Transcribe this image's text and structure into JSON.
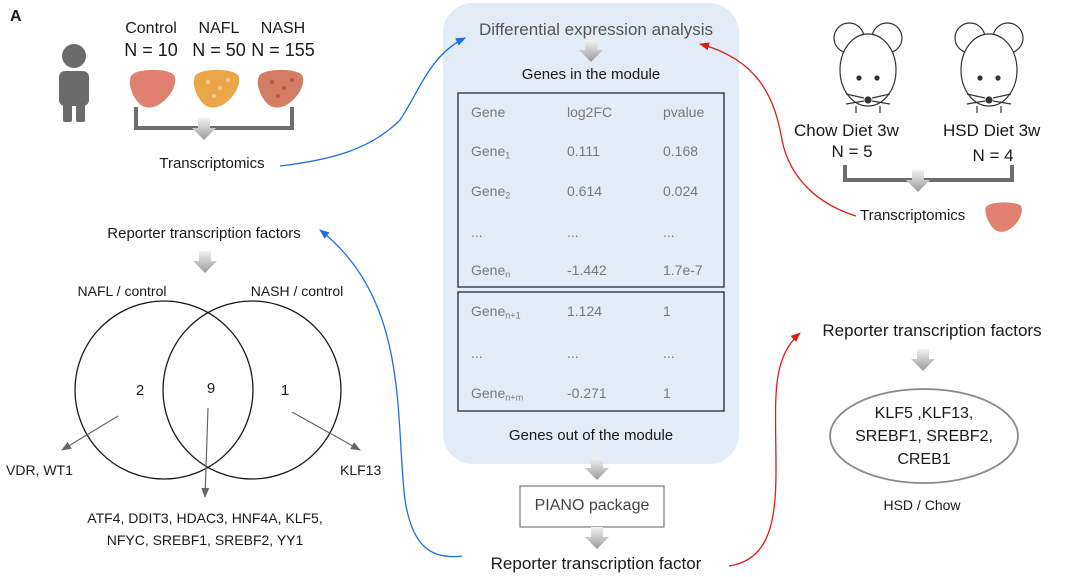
{
  "panel_label": "A",
  "human": {
    "groups": [
      {
        "label": "Control",
        "n": "N = 10"
      },
      {
        "label": "NAFL",
        "n": "N = 50"
      },
      {
        "label": "NASH",
        "n": "N = 155"
      }
    ],
    "transcriptomics": "Transcriptomics"
  },
  "center": {
    "title": "Differential expression analysis",
    "genes_in": "Genes in  the module",
    "genes_out": "Genes out of the module",
    "headers": [
      "Gene",
      "log2FC",
      "pvalue"
    ],
    "in_rows": [
      {
        "gene": "Gene",
        "sub": "1",
        "fc": "0.111",
        "p": "0.168"
      },
      {
        "gene": "Gene",
        "sub": "2",
        "fc": "0.614",
        "p": "0.024"
      },
      {
        "gene": "...",
        "sub": "",
        "fc": "...",
        "p": "..."
      },
      {
        "gene": "Gene",
        "sub": "n",
        "fc": "-1.442",
        "p": "1.7e-7"
      }
    ],
    "out_rows": [
      {
        "gene": "Gene",
        "sub": "n+1",
        "fc": "1.124",
        "p": "1"
      },
      {
        "gene": "...",
        "sub": "",
        "fc": "...",
        "p": "..."
      },
      {
        "gene": "Gene",
        "sub": "n+m",
        "fc": "-0.271",
        "p": "1"
      }
    ],
    "piano": "PIANO package",
    "reporter": "Reporter transcription factor"
  },
  "mouse": {
    "groups": [
      {
        "label": "Chow Diet 3w",
        "n": "N = 5"
      },
      {
        "label": "HSD Diet 3w",
        "n": "N = 4"
      }
    ],
    "transcriptomics": "Transcriptomics",
    "reporter_title": "Reporter transcription factors",
    "ellipse_lines": [
      "KLF5 ,KLF13,",
      "SREBF1, SREBF2,",
      "CREB1"
    ],
    "comparison": "HSD / Chow"
  },
  "venn": {
    "title": "Reporter transcription factors",
    "left_label": "NAFL / control",
    "right_label": "NASH / control",
    "left_only": "2",
    "both": "9",
    "right_only": "1",
    "left_tfs": "VDR, WT1",
    "right_tfs": "KLF13",
    "shared_tfs_line1": "ATF4, DDIT3, HDAC3, HNF4A, KLF5,",
    "shared_tfs_line2": "NFYC, SREBF1, SREBF2, YY1"
  }
}
